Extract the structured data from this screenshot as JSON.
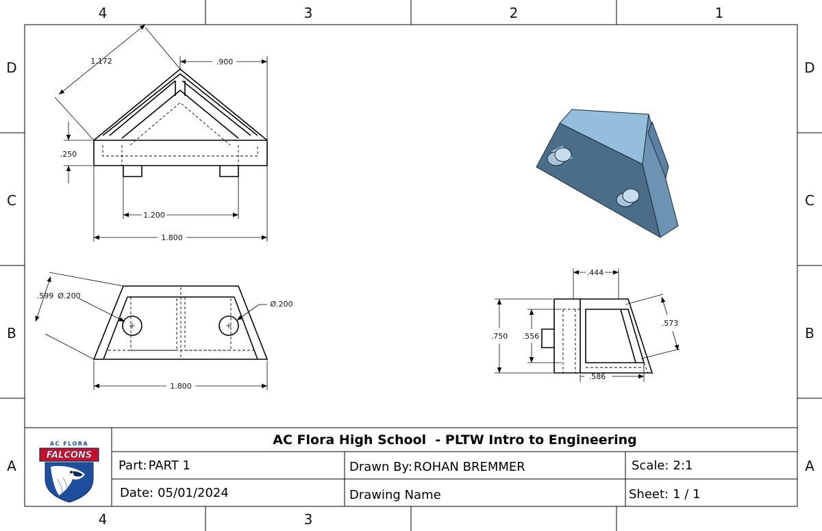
{
  "zones": {
    "columns_top": [
      "4",
      "3",
      "2",
      "1"
    ],
    "columns_bottom": [
      "4",
      "3"
    ],
    "rows_left": [
      "D",
      "C",
      "B",
      "A"
    ],
    "rows_right": [
      "D",
      "C",
      "B",
      "A"
    ]
  },
  "views": {
    "front": {
      "dims": {
        "slant": "1.172",
        "top": ".900",
        "height": ".250",
        "inner_width": "1.200",
        "overall_width": "1.800"
      }
    },
    "top": {
      "dims": {
        "offset": ".599",
        "hole_left": "Ø.200",
        "hole_right": "Ø.200",
        "overall_width": "1.800"
      }
    },
    "side": {
      "dims": {
        "top": ".444",
        "height": ".750",
        "inner_height": ".556",
        "slant": ".573",
        "bottom": ".586"
      }
    }
  },
  "title_block": {
    "school_title": "AC Flora High School  - PLTW Intro to Engineering",
    "part_label": "Part:",
    "part_value": "PART 1",
    "drawn_by_label": "Drawn By:",
    "drawn_by_value": "ROHAN BREMMER",
    "scale_label": "Scale:",
    "scale_value": "2:1",
    "date_label": "Date:",
    "date_value": "05/01/2024",
    "drawing_name_label": "Drawing Name",
    "sheet_label": "Sheet:",
    "sheet_value": "1 / 1",
    "logo": {
      "top_text": "AC FLORA",
      "banner_text": "FALCONS",
      "icon": "falcon-mascot-icon",
      "colors": {
        "red": "#c8102e",
        "blue": "#1f4e9c",
        "navy": "#0b2a5b"
      }
    }
  },
  "colors": {
    "iso_top": "#93bedc",
    "iso_front": "#4b6d88",
    "iso_side": "#6d93b3",
    "boss": "#c7dcec"
  }
}
